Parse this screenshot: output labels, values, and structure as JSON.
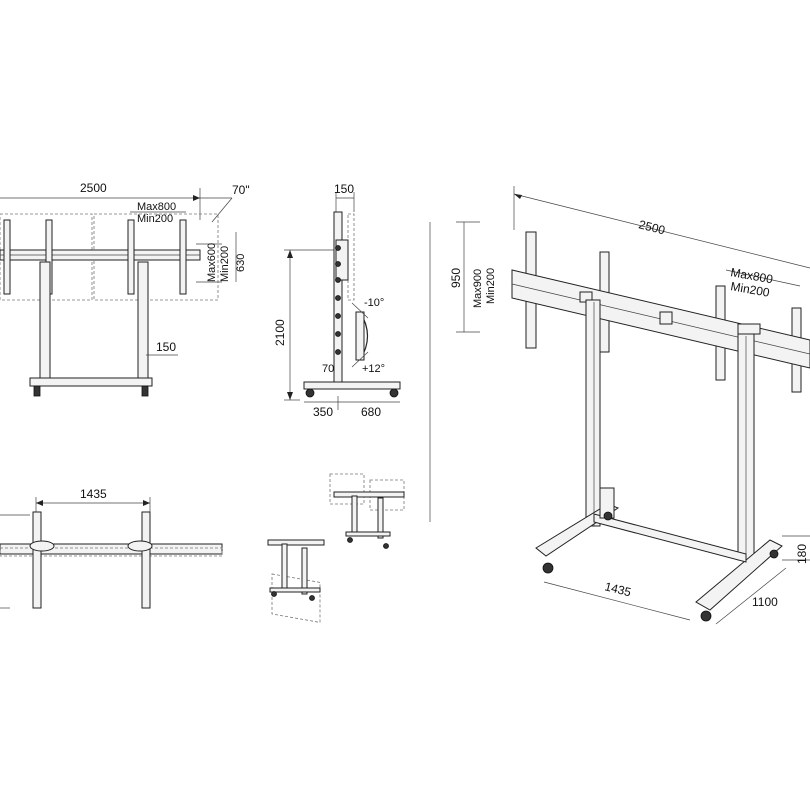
{
  "front_view": {
    "width": "2500",
    "max_spacing": "Max800",
    "min_spacing": "Min200",
    "screen_size": "70\"",
    "vertical_max": "Max600",
    "vertical_min": "Min200",
    "bracket_height": "630",
    "column_width": "150"
  },
  "side_view": {
    "top_depth": "150",
    "height": "2100",
    "tilt_up": "-10°",
    "tilt_down": "+12°",
    "angle": "70",
    "base_front": "350",
    "base_back": "680"
  },
  "top_view": {
    "column_spacing": "1435"
  },
  "iso_view": {
    "width": "2500",
    "vertical_max": "Max900",
    "vertical_min": "Min200",
    "height_label": "950",
    "horizontal_max": "Max800",
    "horizontal_min": "Min200",
    "base_width": "1435",
    "base_depth": "1100",
    "base_height": "180"
  }
}
